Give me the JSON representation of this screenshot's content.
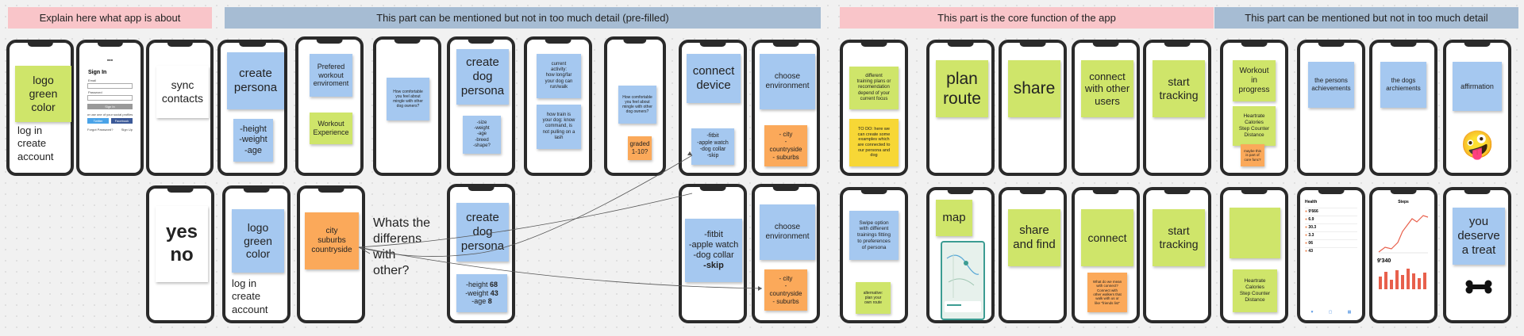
{
  "banners": {
    "about": "Explain here what app is about",
    "prefilled": "This part can be mentioned but not in too much detail (pre-filled)",
    "core": "This part is the core function of the app",
    "detail": "This part can be mentioned but not in too much detail"
  },
  "row1": {
    "logo_note": "logo\ngreen\ncolor",
    "login_text": "log in\ncreate\naccount",
    "signin_title": "Sign In",
    "signin_email": "Email",
    "signin_password": "Password",
    "signin_button": "Sign In",
    "signin_social": "or use one of your social profiles",
    "signin_twitter": "Twitter",
    "signin_facebook": "Facebook",
    "signin_forgot": "Forgot Password?",
    "signin_signup": "Sign Up",
    "sync_note": "sync\ncontacts",
    "persona_note": "create\npersona",
    "persona_attrs": "-height\n-weight\n-age",
    "workout_env_note": "Prefered\nworkout\nenviroment",
    "workout_exp_note": "Workout\nExperience",
    "mingle_note": "How comfortable\nyou feel about\nmingle with other\ndog owners?",
    "dog_persona_note": "create\ndog\npersona",
    "dog_attrs": "-size\n-weight\n-age\n-breed\n-shape?",
    "activity_note": "current\nactivity:\nhow long/far\nyour dog can\nrun/walk",
    "train_note": "how train is\nyour dog: know\ncommand, is\nnot pulling on a\nlash",
    "mingle2_note": "How comfortable\nyou feel about\nmingle with other\ndog owners?",
    "graded_note": "graded\n1-10?",
    "connect_device_note": "connect\ndevice",
    "devices_note": "-fitbit\n-apple watch\n-dog collar\n-skip",
    "choose_env_note": "choose\nenvironment",
    "env_options_note": "- city\n-\ncountryside\n- suburbs",
    "training_plans_note": "different\ntraining plans or\nrecomendation\ndepend of your\ncurrent focus",
    "todo_note": "TO DO: here we\ncan create some\nexamples which\nare connected to\nour persona and\ndog",
    "plan_route_note": "plan\nroute",
    "share_note": "share",
    "connect_users_note": "connect\nwith other\nusers",
    "start_tracking_note": "start\ntracking",
    "workout_progress_note": "Workout\nin\nprogress",
    "metrics_note": "Heartrate\nCalories\nStep Counter\nDistance",
    "maybe_note": "maybe this\nis part of\ncore func?",
    "achievements_note": "the persons\nachievements",
    "dog_achievements_note": "the dogs\narchiements",
    "affirmation_note": "affirmation",
    "affirmation_emoji": "🤪"
  },
  "row2": {
    "yes_no_note": "yes\nno",
    "logo_note": "logo\ngreen\ncolor",
    "login_text": "log in\ncreate\naccount",
    "env_note": "city\nsuburbs\ncountryside",
    "question_text": "Whats the\ndifferens\nwith\nother?",
    "dog_persona_note": "create\ndog\npersona",
    "dog_attrs_prefix": [
      "-height ",
      "-weight ",
      "-age "
    ],
    "dog_attrs_values": [
      "68",
      "43",
      "8"
    ],
    "devices_note": "-fitbit\n-apple watch\n-dog collar",
    "devices_skip": "-skip",
    "choose_env_note": "choose\nenvironment",
    "env_options_note": "- city\n-\ncountryside\n- suburbs",
    "swipe_note": "Swipe option\nwith different\ntrainings fitting\nto preferences\nof persona",
    "alt_plan_note": "alternative:\nplan your\nown route",
    "map_note": "map",
    "share_find_note": "share\nand find",
    "connect_note": "connect",
    "wat_note": "What do we mean\nwith connect?\nConnect with\nother walkers that\nwalk with us or\nlike \"friends list\"",
    "start_tracking_note": "start\ntracking",
    "metrics_note": "Heartrate\nCalories\nStep Counter\nDistance",
    "health_title": "Health",
    "health_values": [
      "9'666",
      "6.9",
      "30.3",
      "3.3",
      "06",
      "43"
    ],
    "steps_title": "Steps",
    "steps_value": "9'340",
    "treat_note": "you\ndeserve\na treat",
    "bone_icon": "bone"
  }
}
